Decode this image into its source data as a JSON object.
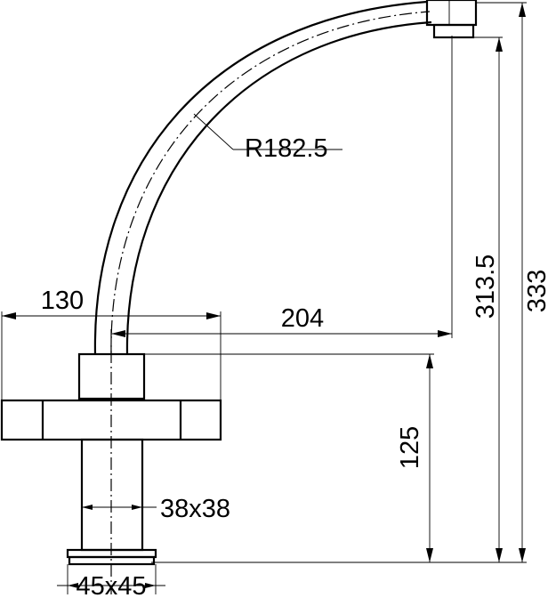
{
  "dimensions": {
    "radius": "R182.5",
    "total_height": "333",
    "spout_height": "313.5",
    "base_height": "125",
    "reach": "204",
    "handle_width": "130",
    "body_section": "38x38",
    "base_section": "45x45"
  },
  "colors": {
    "line": "#000000",
    "background": "#ffffff"
  }
}
